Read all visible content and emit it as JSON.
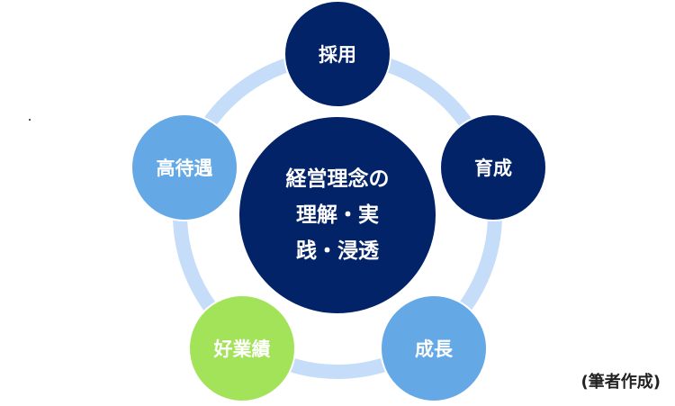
{
  "center": {
    "label": "経営理念の\n理解・実\n践・浸透"
  },
  "nodes": [
    {
      "label": "採用"
    },
    {
      "label": "育成"
    },
    {
      "label": "成長"
    },
    {
      "label": "好業績"
    },
    {
      "label": "高待遇"
    }
  ],
  "caption": "(筆者作成)",
  "colors": {
    "navy": "#032369",
    "blue": "#64a9e6",
    "green": "#a3e35a",
    "ring": "#c5ddf9"
  }
}
